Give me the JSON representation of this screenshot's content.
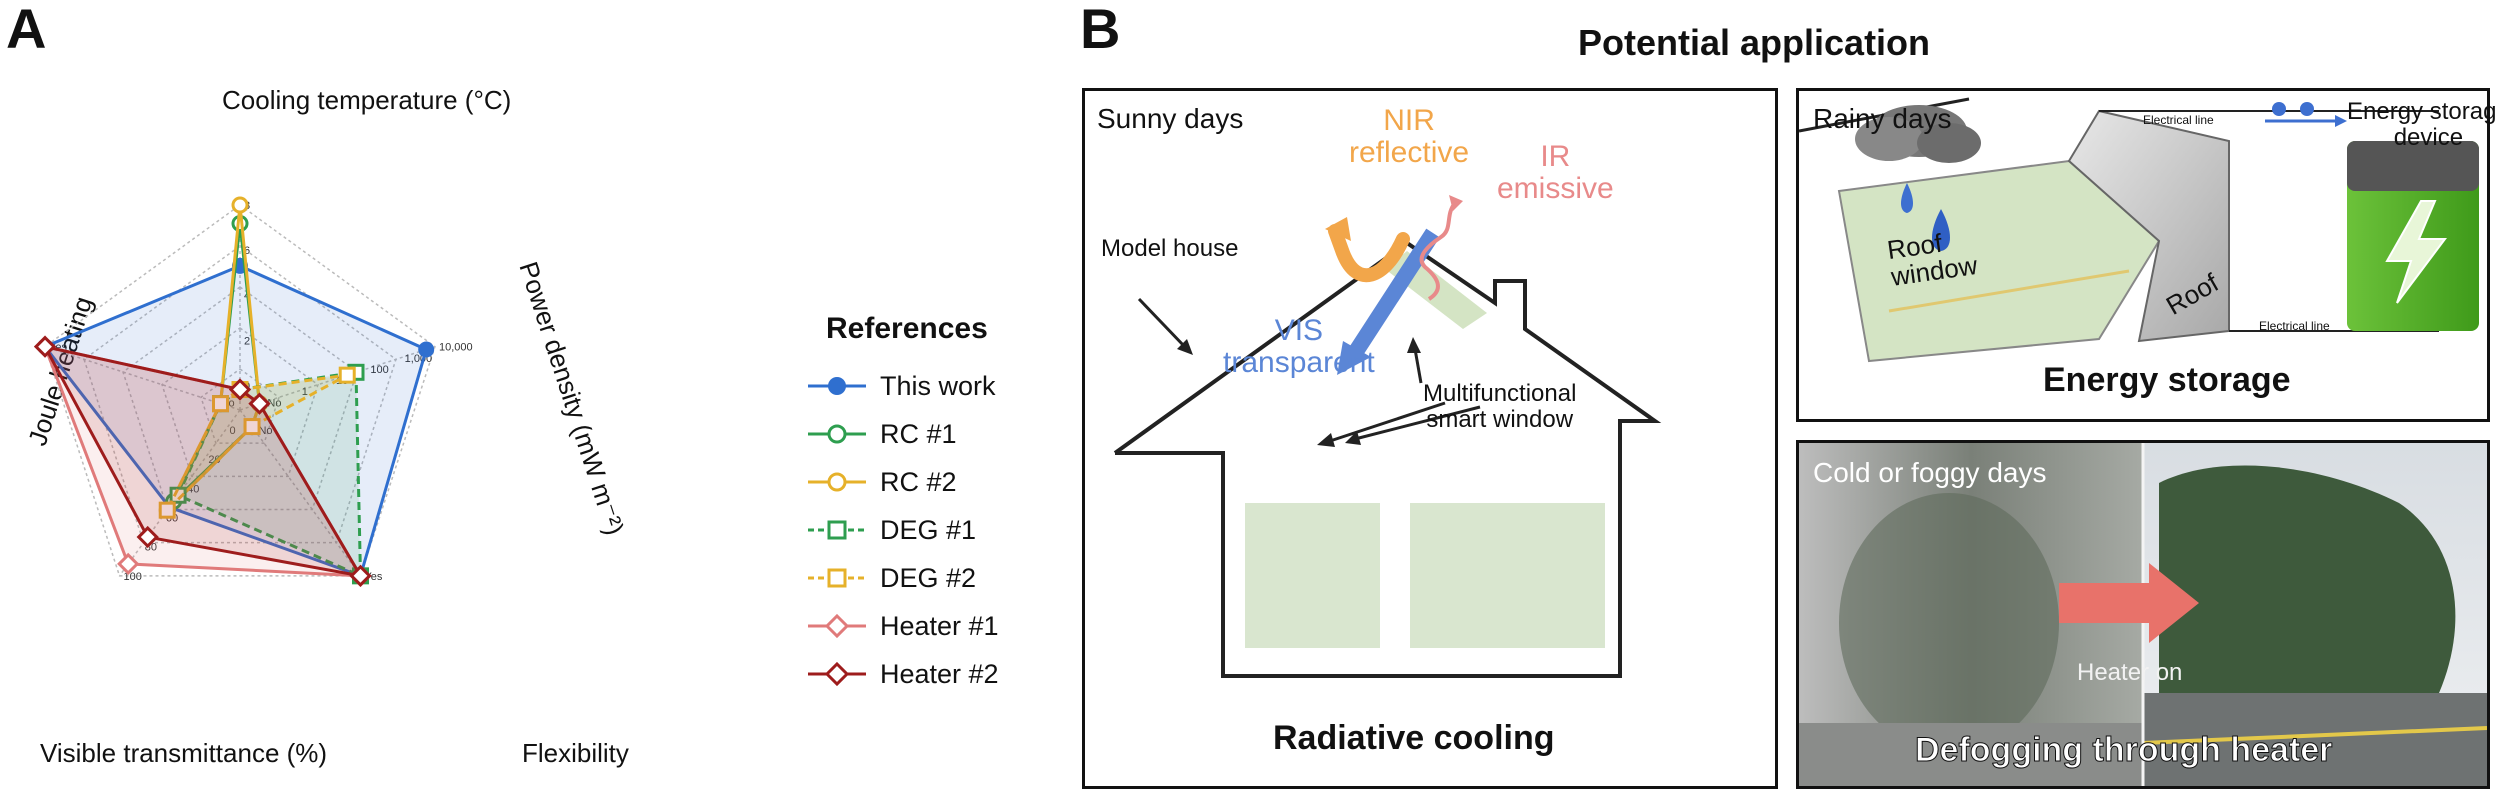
{
  "panel_a": {
    "letter": "A",
    "axes": [
      "Cooling temperature (°C)",
      "Power density (mW m⁻²)",
      "Flexibility",
      "Visible transmittance (%)",
      "Joule heating"
    ],
    "legend_title": "References"
  },
  "chart_data": {
    "type": "radar",
    "axes": [
      "Cooling temperature (°C)",
      "Power density (mW m⁻²)",
      "Flexibility",
      "Visible transmittance (%)",
      "Joule heating"
    ],
    "axis_ticks": {
      "Cooling temperature (°C)": [
        "0",
        "2",
        "4",
        "6",
        "8"
      ],
      "Power density (mW m⁻²)": [
        "No",
        "1",
        "10",
        "100",
        "1,000",
        "10,000"
      ],
      "Flexibility": [
        "No",
        "Yes"
      ],
      "Visible transmittance (%)": [
        "0",
        "20",
        "40",
        "60",
        "80",
        "100"
      ],
      "Joule heating": [
        "No",
        "Yes"
      ]
    },
    "scale_fraction": true,
    "series": [
      {
        "name": "This work",
        "color": "#2f6fcf",
        "marker": "circle-filled",
        "dash": false,
        "fill": true,
        "values": [
          0.67,
          0.95,
          1.0,
          0.54,
          1.0
        ]
      },
      {
        "name": "RC #1",
        "color": "#2e9e4f",
        "marker": "circle-open",
        "dash": false,
        "fill": false,
        "values": [
          0.9,
          0.0,
          0.0,
          0.5,
          0.0
        ]
      },
      {
        "name": "RC #2",
        "color": "#e6b12a",
        "marker": "circle-open",
        "dash": false,
        "fill": false,
        "values": [
          1.0,
          0.0,
          0.0,
          0.56,
          0.0
        ]
      },
      {
        "name": "DEG #1",
        "color": "#2e9e4f",
        "marker": "square-open",
        "dash": true,
        "fill": true,
        "values": [
          0.0,
          0.55,
          1.0,
          0.46,
          0.0
        ]
      },
      {
        "name": "DEG #2",
        "color": "#e6b12a",
        "marker": "square-open",
        "dash": true,
        "fill": true,
        "values": [
          0.0,
          0.5,
          0.0,
          0.56,
          0.0
        ]
      },
      {
        "name": "Heater #1",
        "color": "#e07a7a",
        "marker": "diamond-open",
        "dash": false,
        "fill": true,
        "values": [
          0.0,
          0.0,
          1.0,
          0.92,
          1.0
        ]
      },
      {
        "name": "Heater #2",
        "color": "#9e1c1c",
        "marker": "diamond-open",
        "dash": false,
        "fill": true,
        "values": [
          0.0,
          0.0,
          1.0,
          0.74,
          1.0
        ]
      }
    ]
  },
  "panel_b": {
    "letter": "B",
    "title": "Potential application",
    "sunny": {
      "title": "Sunny days",
      "nir": [
        "NIR",
        "reflective"
      ],
      "ir": [
        "IR",
        "emissive"
      ],
      "model_house": "Model house",
      "vis": [
        "VIS",
        "transparent"
      ],
      "window": [
        "Multifunctional",
        "smart window"
      ],
      "caption": "Radiative cooling"
    },
    "rainy": {
      "title": "Rainy days",
      "device": [
        "Energy storage",
        "device"
      ],
      "line_top": "Electrical line",
      "line_bottom": "Electrical line",
      "roof_window": [
        "Roof",
        "window"
      ],
      "roof": "Roof",
      "caption": "Energy storage"
    },
    "cold": {
      "title": "Cold or foggy days",
      "heater_on": "Heater on",
      "caption": "Defogging through heater"
    }
  }
}
